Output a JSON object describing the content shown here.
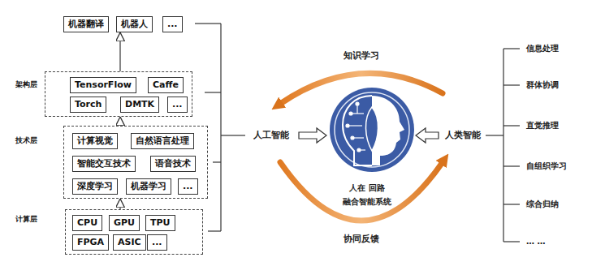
{
  "diagram": {
    "nodes": [
      {
        "text": [
          "机器翻译"
        ]
      },
      {
        "text": [
          "机器人"
        ]
      },
      {
        "text": [
          "..."
        ]
      },
      {
        "text": [
          "架构层"
        ]
      },
      {
        "text": [
          "TensorFlow"
        ],
        "in": 3
      },
      {
        "text": [
          "Caffe"
        ],
        "in": 3
      },
      {
        "text": [
          "Torch"
        ],
        "in": 3
      },
      {
        "text": [
          "DMTK"
        ],
        "in": 3
      },
      {
        "text": [
          "..."
        ],
        "in": 3
      },
      {
        "text": [
          "技术层"
        ]
      },
      {
        "text": [
          "计算视觉"
        ],
        "in": 9
      },
      {
        "text": [
          "自然语言处理"
        ],
        "in": 9
      },
      {
        "text": [
          "智能交互技术"
        ],
        "in": 9
      },
      {
        "text": [
          "语音技术"
        ],
        "in": 9
      },
      {
        "text": [
          "深度学习"
        ],
        "in": 9
      },
      {
        "text": [
          "机器学习"
        ],
        "in": 9
      },
      {
        "text": [
          "..."
        ],
        "in": 9
      },
      {
        "text": [
          "计算层"
        ]
      },
      {
        "text": [
          "CPU"
        ],
        "in": 17
      },
      {
        "text": [
          "GPU"
        ],
        "in": 17
      },
      {
        "text": [
          "TPU"
        ],
        "in": 17
      },
      {
        "text": [
          "FPGA"
        ],
        "in": 17
      },
      {
        "text": [
          "ASIC"
        ],
        "in": 17
      },
      {
        "text": [
          "..."
        ],
        "in": 17
      }
    ],
    "edges": [
      {
        "from": 3,
        "to": 1,
        "arrow": "to"
      },
      {
        "from": 9,
        "to": 3,
        "arrow": "to"
      },
      {
        "from": 17,
        "to": 9,
        "arrow": "to"
      }
    ],
    "labels": [
      "知识学习",
      "人工智能",
      "人类智能",
      "人在 回路",
      "融合智能系统",
      "协同反馈",
      "信息处理",
      "群体协调",
      "直觉推理",
      "自组织学习",
      "综合归纳",
      "… …"
    ]
  }
}
